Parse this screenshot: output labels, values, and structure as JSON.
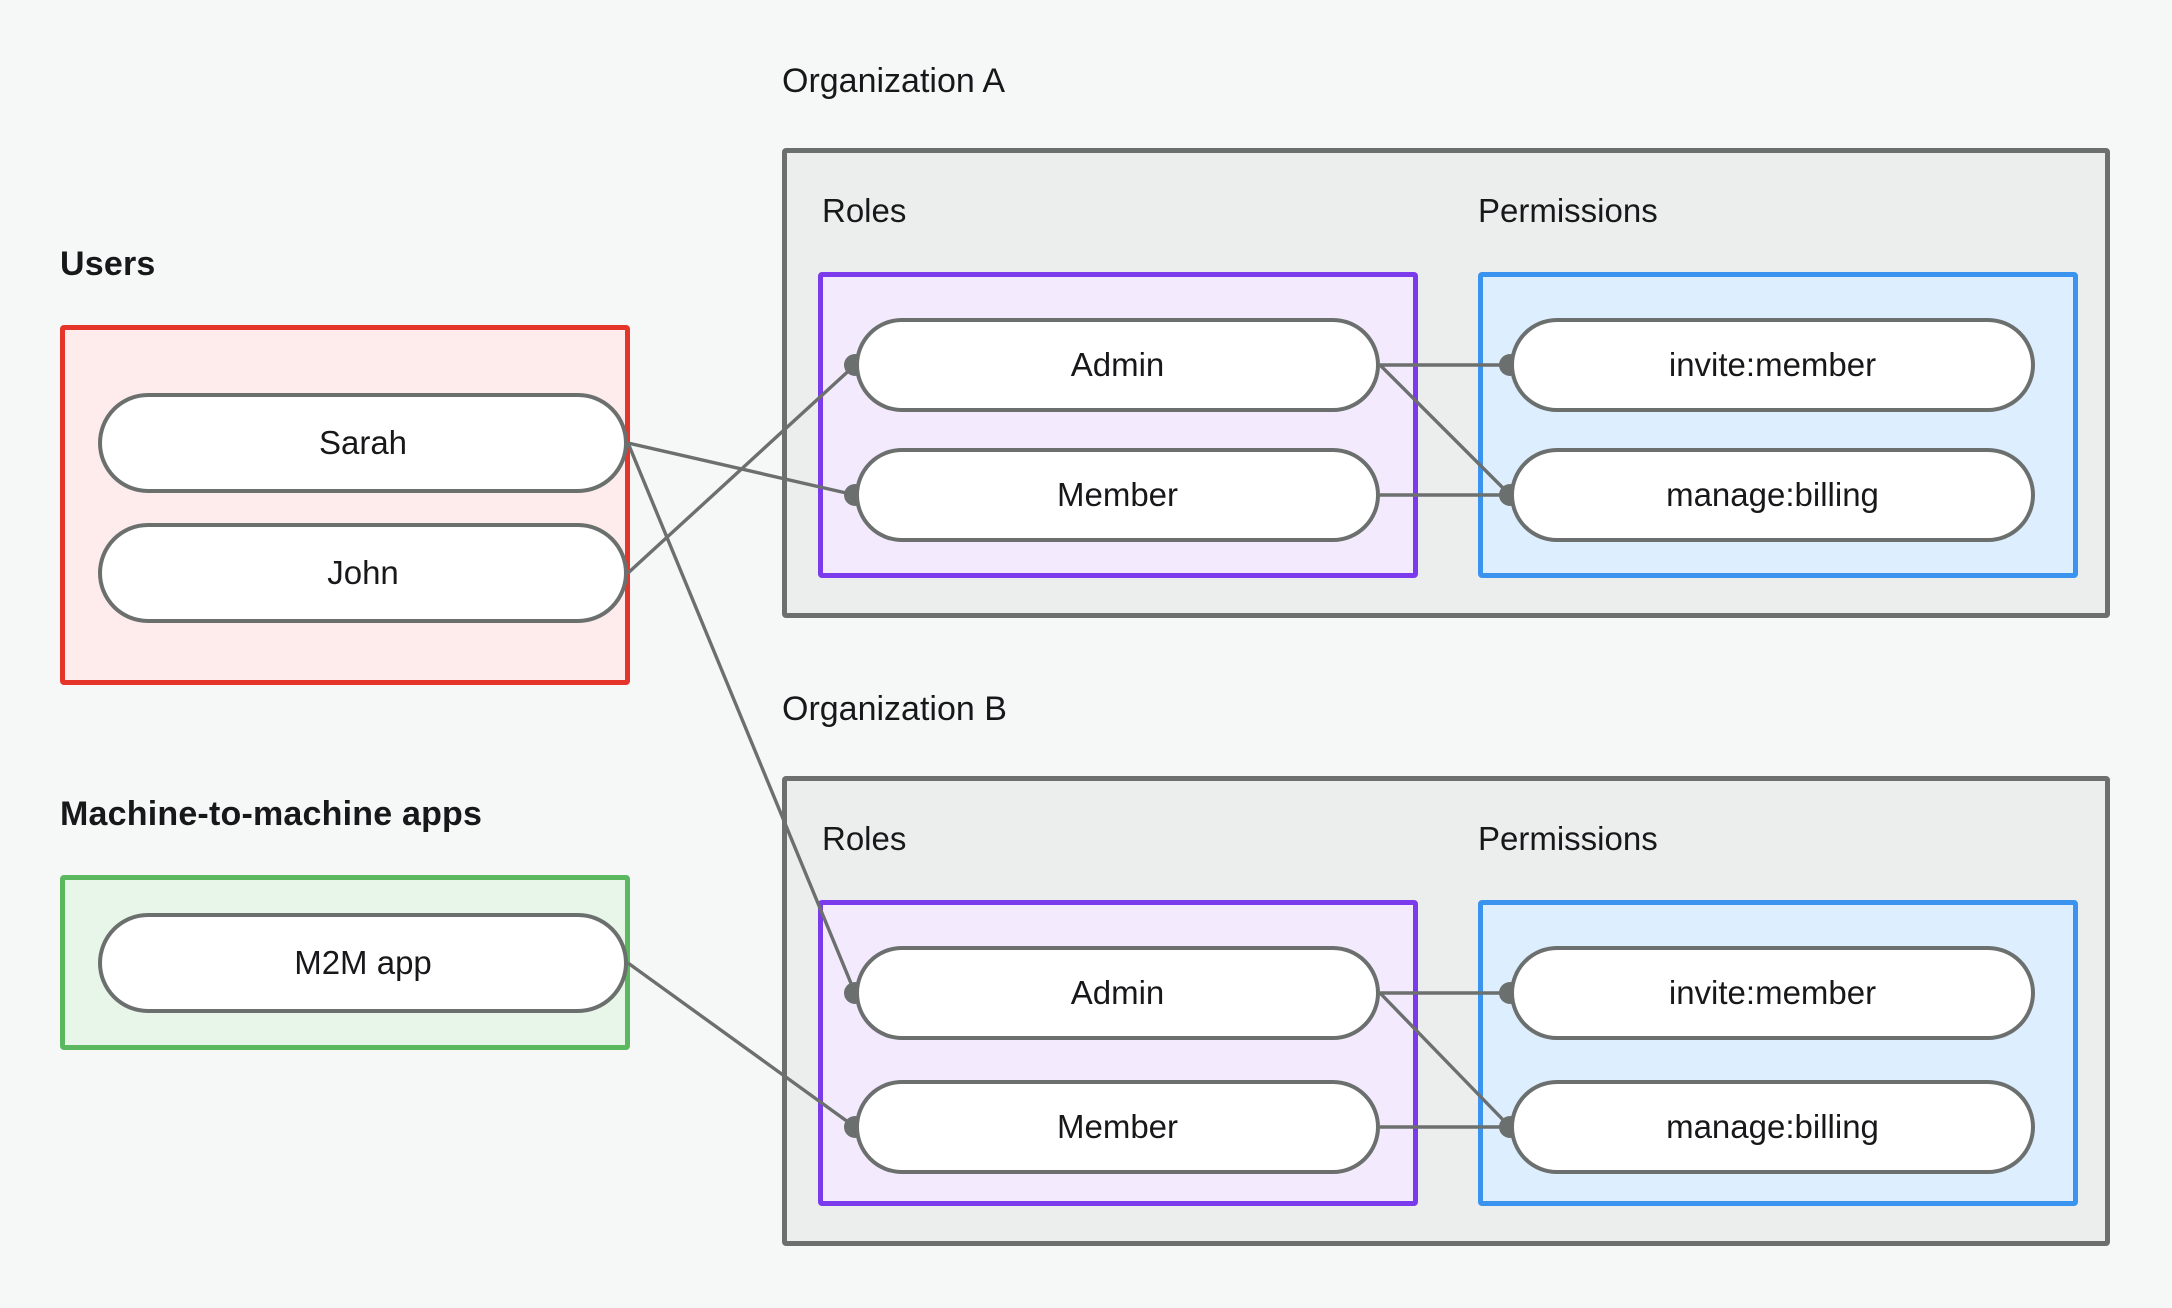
{
  "diagram": {
    "title_left_users": "Users",
    "title_left_m2m": "Machine-to-machine apps",
    "org_a_label": "Organization A",
    "org_b_label": "Organization B",
    "roles_label": "Roles",
    "permissions_label": "Permissions"
  },
  "colors": {
    "canvas": "#f6f8f7",
    "users_border": "#e5342a",
    "users_fill": "#fdeceb",
    "m2m_border": "#5cb85f",
    "m2m_fill": "#e7f6e9",
    "org_border": "#6b6f6e",
    "org_fill": "#eceeed",
    "roles_border": "#7c3aed",
    "roles_fill": "#f4eafd",
    "permissions_border": "#3b93f0",
    "permissions_fill": "#ddeeff",
    "node_border": "#6b6f6e",
    "node_fill": "#ffffff",
    "edge": "#6b6f6e",
    "text": "#18181b"
  },
  "users": {
    "label": "Users",
    "nodes": [
      {
        "id": "sarah",
        "label": "Sarah"
      },
      {
        "id": "john",
        "label": "John"
      }
    ]
  },
  "m2m": {
    "label": "Machine-to-machine apps",
    "nodes": [
      {
        "id": "m2m-app",
        "label": "M2M app"
      }
    ]
  },
  "organizations": [
    {
      "id": "org-a",
      "label": "Organization A",
      "roles_group_label": "Roles",
      "permissions_group_label": "Permissions",
      "roles": [
        {
          "id": "org-a-admin",
          "label": "Admin"
        },
        {
          "id": "org-a-member",
          "label": "Member"
        }
      ],
      "permissions": [
        {
          "id": "org-a-invite-member",
          "label": "invite:member"
        },
        {
          "id": "org-a-manage-billing",
          "label": "manage:billing"
        }
      ]
    },
    {
      "id": "org-b",
      "label": "Organization B",
      "roles_group_label": "Roles",
      "permissions_group_label": "Permissions",
      "roles": [
        {
          "id": "org-b-admin",
          "label": "Admin"
        },
        {
          "id": "org-b-member",
          "label": "Member"
        }
      ],
      "permissions": [
        {
          "id": "org-b-invite-member",
          "label": "invite:member"
        },
        {
          "id": "org-b-manage-billing",
          "label": "manage:billing"
        }
      ]
    }
  ],
  "connections": [
    {
      "from": "sarah",
      "to": "org-a-member"
    },
    {
      "from": "john",
      "to": "org-a-admin"
    },
    {
      "from": "john",
      "to": "org-b-admin"
    },
    {
      "from": "m2m-app",
      "to": "org-b-member"
    },
    {
      "from": "org-a-admin",
      "to": "org-a-invite-member"
    },
    {
      "from": "org-a-admin",
      "to": "org-a-manage-billing"
    },
    {
      "from": "org-a-member",
      "to": "org-a-manage-billing"
    },
    {
      "from": "org-b-admin",
      "to": "org-b-invite-member"
    },
    {
      "from": "org-b-admin",
      "to": "org-b-manage-billing"
    },
    {
      "from": "org-b-member",
      "to": "org-b-manage-billing"
    }
  ]
}
